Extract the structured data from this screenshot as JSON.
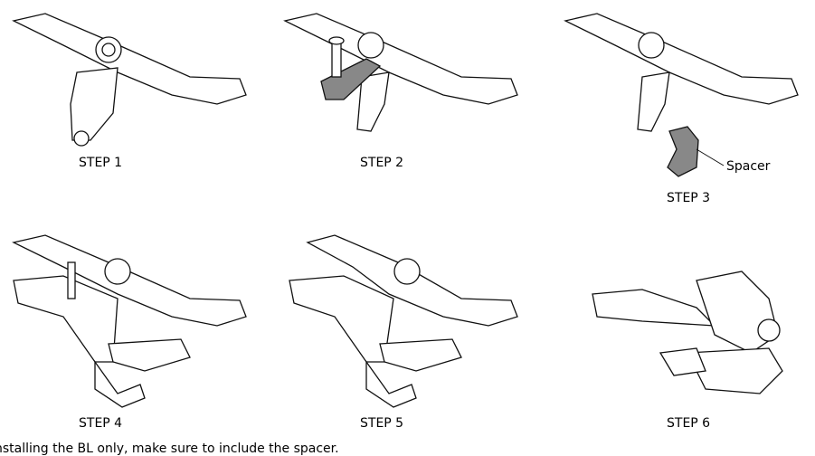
{
  "steps": [
    {
      "label": "STEP 1"
    },
    {
      "label": "STEP 2"
    },
    {
      "label": "STEP 3"
    },
    {
      "label": "STEP 4"
    },
    {
      "label": "STEP 5"
    },
    {
      "label": "STEP 6"
    }
  ],
  "callout": "Spacer",
  "footer_text": "nstalling the BL only, make sure to include the spacer."
}
